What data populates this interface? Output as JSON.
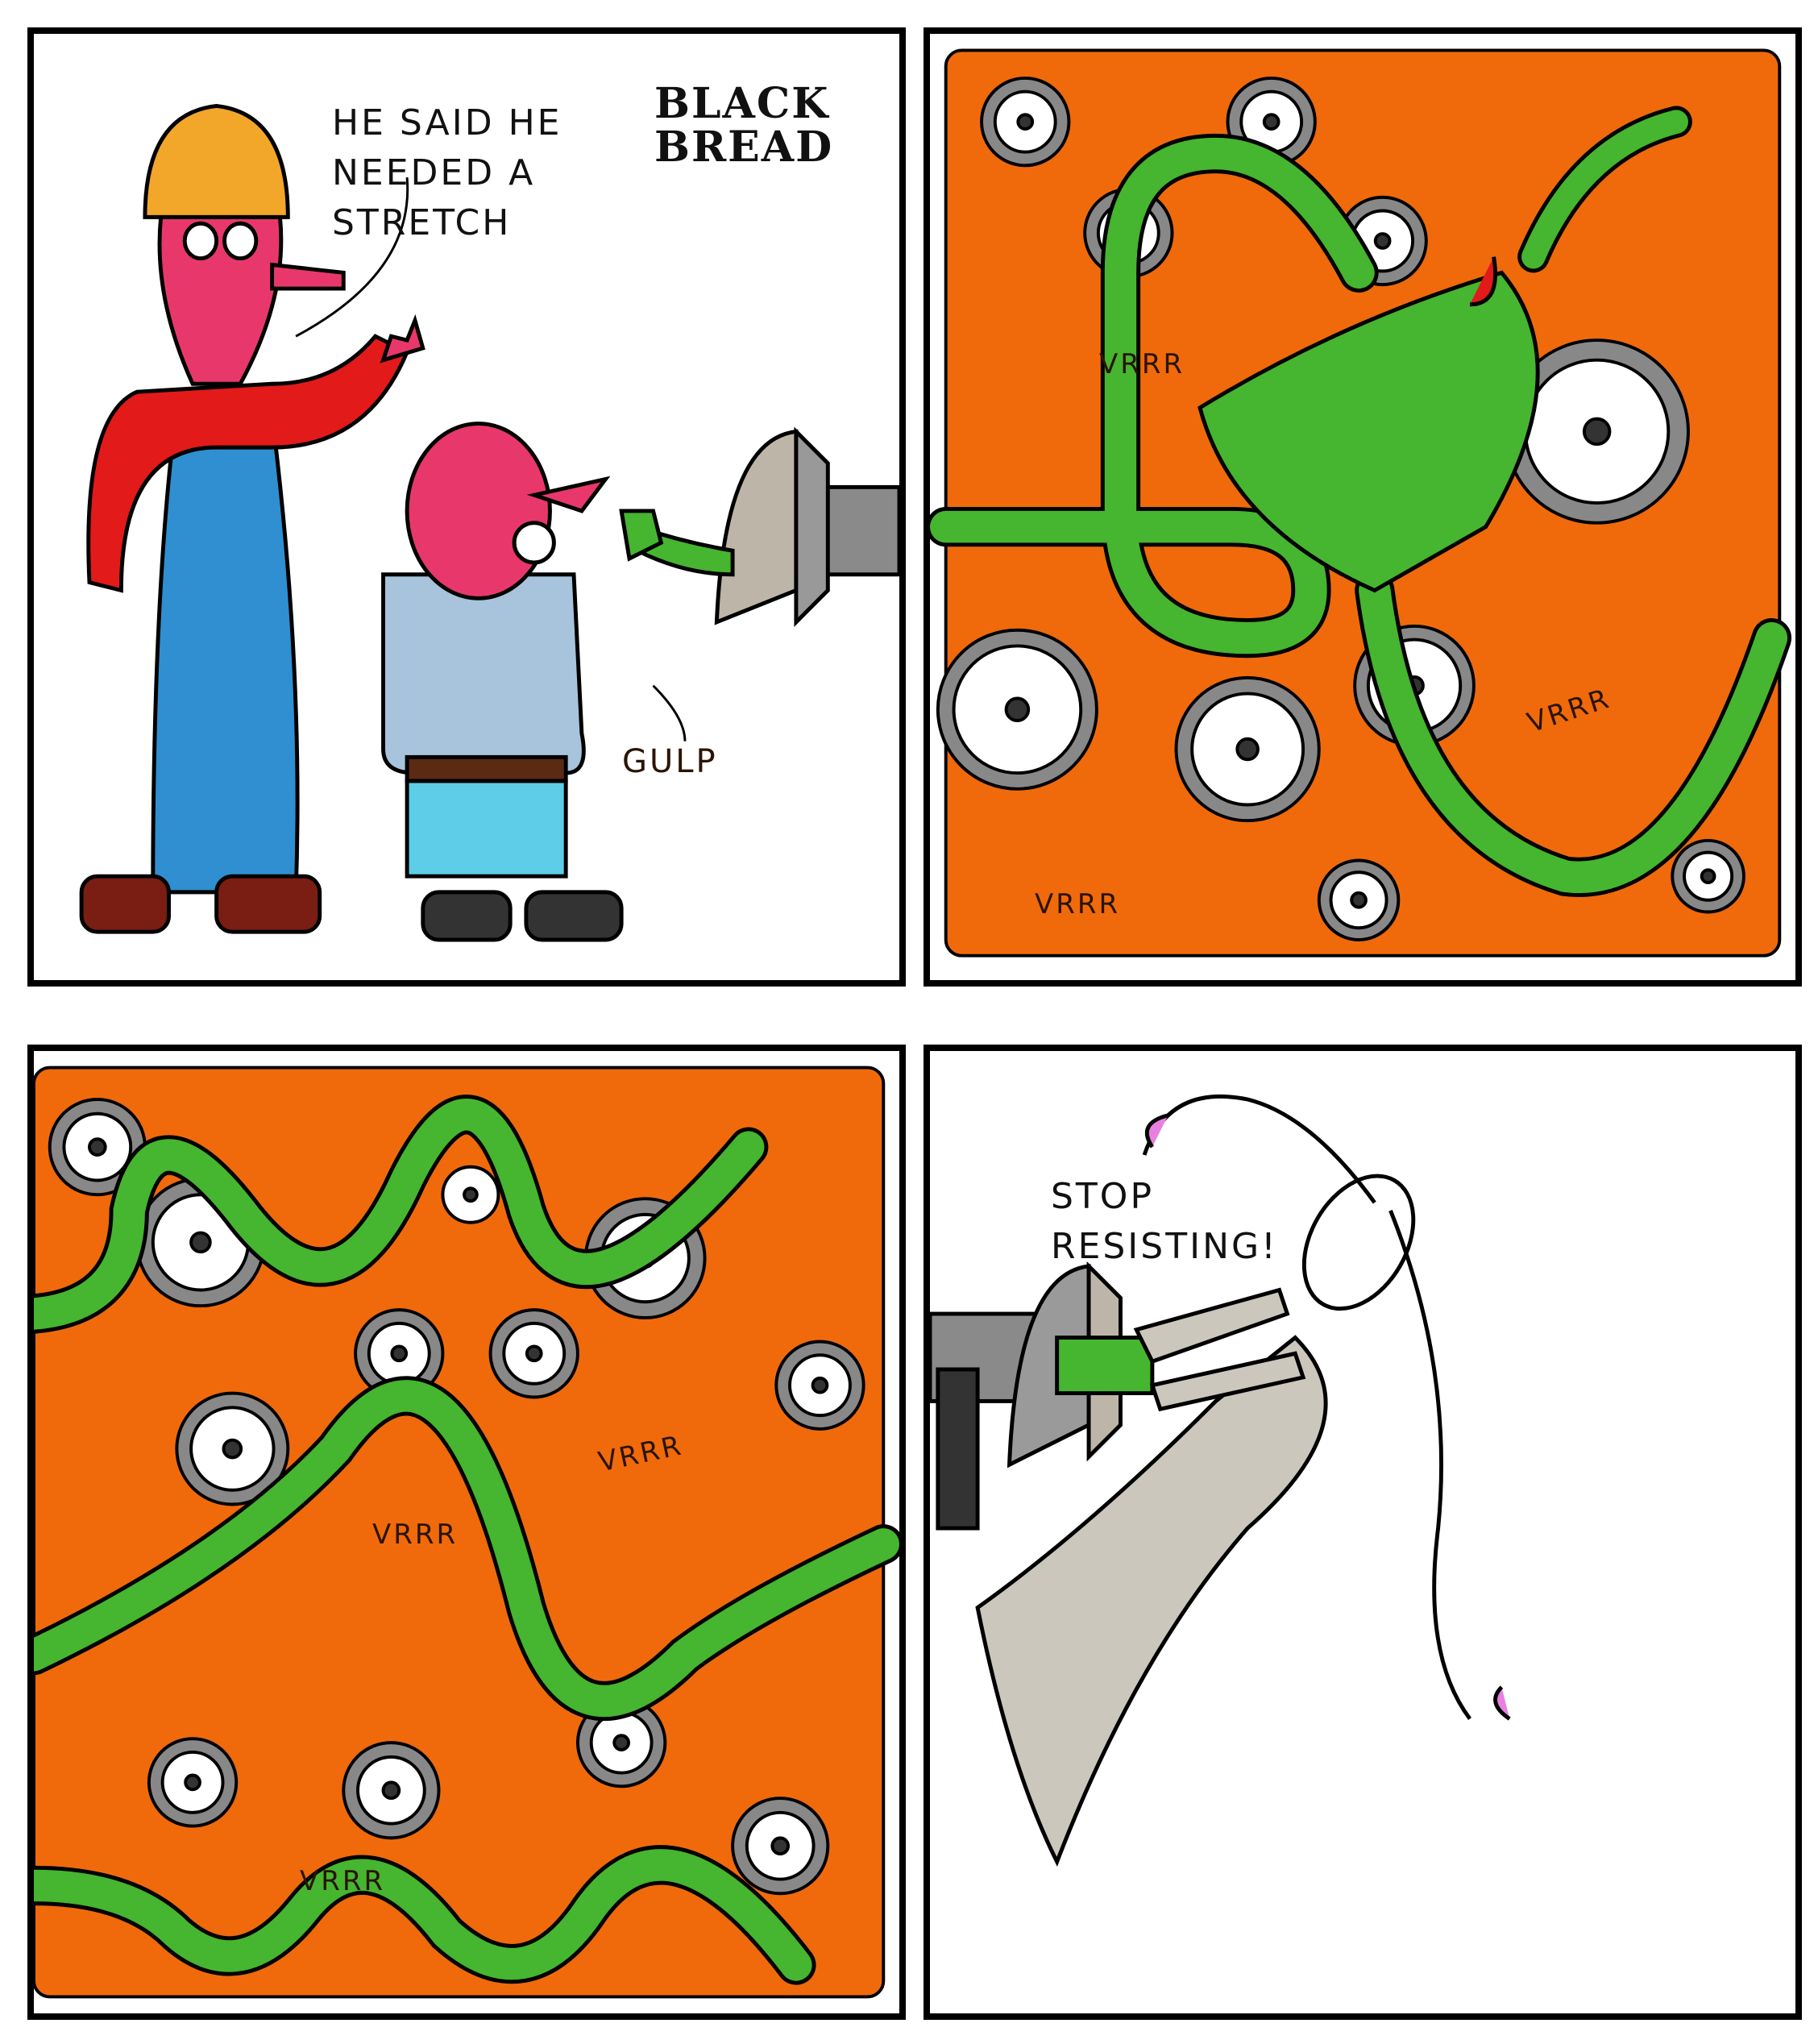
{
  "comic": {
    "logo": {
      "line1": "BLACK",
      "line2": "BREAD"
    },
    "panels": [
      {
        "speech": "HE SAID HE\nNEEDED A\nSTRETCH",
        "sfx": "GULP"
      },
      {
        "sfx": [
          "VRRR",
          "VRRR",
          "VRRR"
        ]
      },
      {
        "sfx": [
          "VRRR",
          "VRRR",
          "VRRR"
        ]
      },
      {
        "speech": "STOP\nRESISTING!"
      }
    ]
  },
  "colors": {
    "orange": "#f06a0c",
    "green": "#46b530",
    "skin": "#e8386b",
    "overalls": "#2f8fd0",
    "shirt_red": "#e21a1a",
    "helmet": "#f2a72a",
    "jacket": "#a8c3dc",
    "grey": "#9c9c9c"
  }
}
